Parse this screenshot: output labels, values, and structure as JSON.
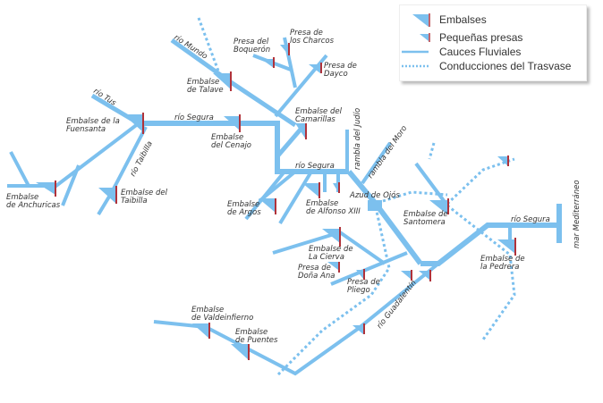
{
  "legend": {
    "items": [
      {
        "symbol": "embalse-icon",
        "label": "Embalses"
      },
      {
        "symbol": "pequena-presa-icon",
        "label": "Pequeñas presas"
      },
      {
        "symbol": "river-line-icon",
        "label": "Cauces Fluviales"
      },
      {
        "symbol": "canal-dotted-icon",
        "label": "Conducciones del Trasvase"
      }
    ]
  },
  "colors": {
    "water": "#7cc0ee",
    "dam": "#b0323a",
    "text": "#333333"
  },
  "rivers": {
    "mundo": "río Mundo",
    "tus": "río Tus",
    "segura_1": "río Segura",
    "tabilla": "río Taibilla",
    "segura_2": "río Segura",
    "judio": "rambla del Judío",
    "moro": "rambla del Moro",
    "segura_3": "río Segura",
    "guadalentin": "río Guadalentín",
    "mar": "mar Mediterráneo"
  },
  "reservoirs": {
    "boqueron": [
      "Presa del",
      "Boquerón"
    ],
    "charcos": [
      "Presa de",
      "los Charcos"
    ],
    "dayco": [
      "Presa de",
      "Dayco"
    ],
    "talave": [
      "Embalse",
      "de Talave"
    ],
    "fuensanta": [
      "Embalse de la",
      "Fuensanta"
    ],
    "camarillas": [
      "Embalse del",
      "Camarillas"
    ],
    "cenajo": [
      "Embalse",
      "del Cenajo"
    ],
    "anchuricas": [
      "Embalse",
      "de Anchuricas"
    ],
    "taibilla": [
      "Embalse del",
      "Taibilla"
    ],
    "argos": [
      "Embalse",
      "de Argos"
    ],
    "alfonso": [
      "Embalse",
      "de Alfonso XIII"
    ],
    "ojos": [
      "Azud de Ojós"
    ],
    "santomera": [
      "Embalse de",
      "Santomera"
    ],
    "pedrera": [
      "Embalse de",
      "la Pedrera"
    ],
    "cierva": [
      "Embalse de",
      "La Cierva"
    ],
    "donaana": [
      "Presa de",
      "Doña Ana"
    ],
    "pliego": [
      "Presa de",
      "Pliego"
    ],
    "valdeinfierno": [
      "Embalse",
      "de Valdeinfierno"
    ],
    "puentes": [
      "Embalse",
      "de Puentes"
    ]
  }
}
